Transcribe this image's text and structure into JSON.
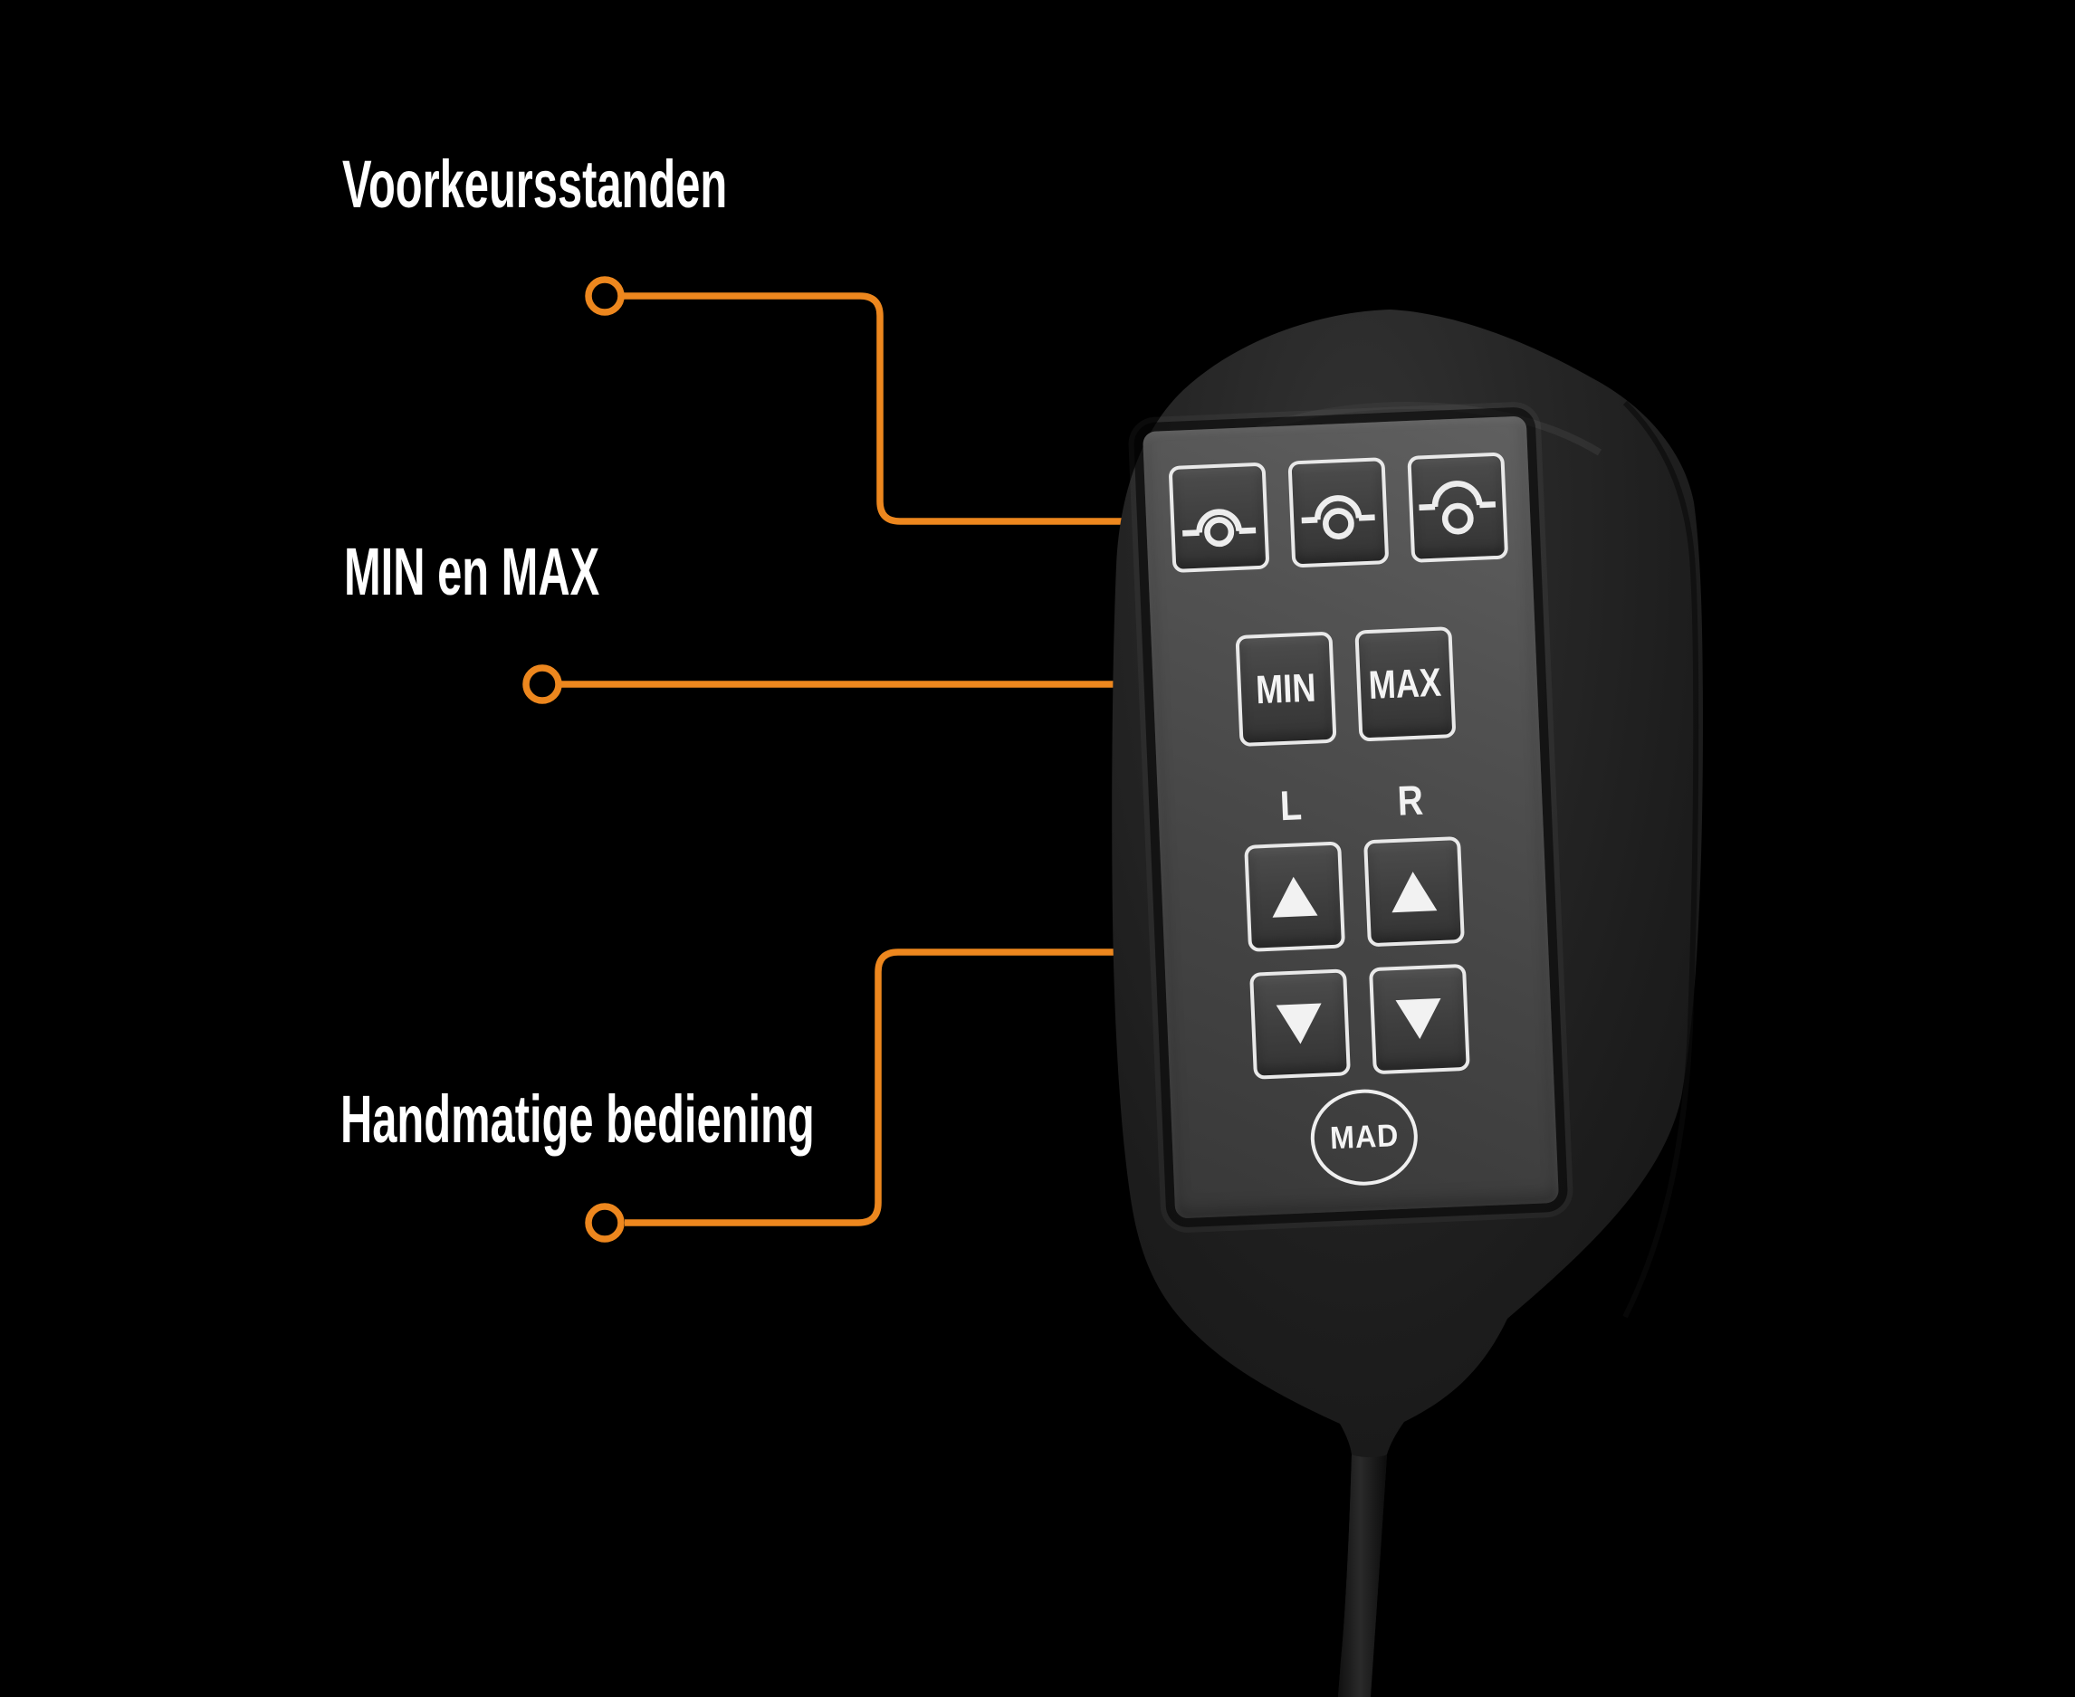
{
  "callouts": [
    {
      "label": "Voorkeursstanden",
      "target": "preset-buttons"
    },
    {
      "label": "MIN en MAX",
      "target": "min-max-buttons"
    },
    {
      "label": "Handmatige bediening",
      "target": "manual-arrow-buttons"
    }
  ],
  "remote": {
    "preset_buttons": [
      {
        "icon": "ride-height-low"
      },
      {
        "icon": "ride-height-mid"
      },
      {
        "icon": "ride-height-high"
      }
    ],
    "min_label": "MIN",
    "max_label": "MAX",
    "left_label": "L",
    "right_label": "R",
    "arrow_buttons": [
      {
        "icon": "up-arrow",
        "column": "L"
      },
      {
        "icon": "up-arrow",
        "column": "R"
      },
      {
        "icon": "down-arrow",
        "column": "L"
      },
      {
        "icon": "down-arrow",
        "column": "R"
      }
    ],
    "brand": "MAD"
  },
  "colors": {
    "background": "#000000",
    "accent_orange": "#ED871E",
    "label_text": "#FFFFFF",
    "panel_gray": "#4A4A4A",
    "key_outline": "#E9E9E9",
    "body_black": "#1C1C1C"
  }
}
